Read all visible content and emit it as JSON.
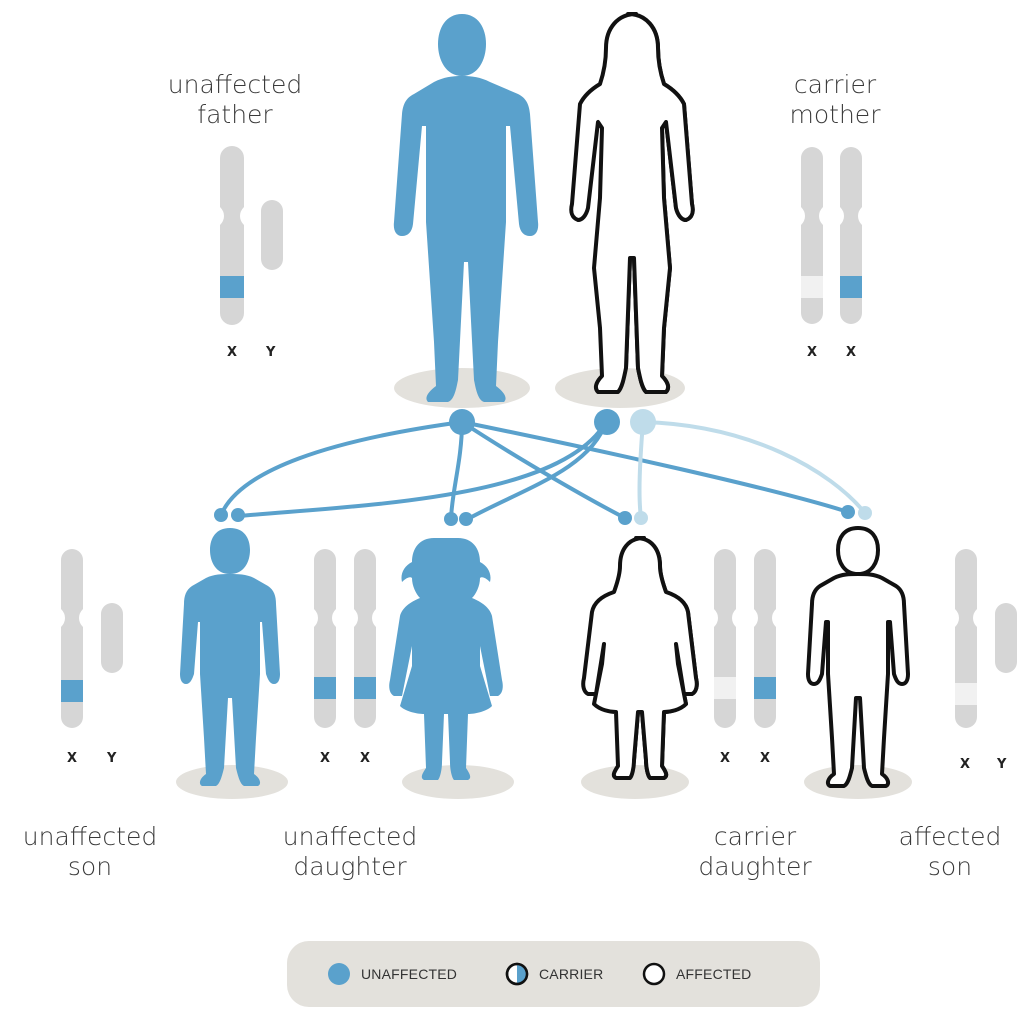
{
  "people": {
    "father": {
      "line1": "unaffected",
      "line2": "father",
      "chrom1": "X",
      "chrom2": "Y"
    },
    "mother": {
      "line1": "carrier",
      "line2": "mother",
      "chrom1": "X",
      "chrom2": "X"
    },
    "son1": {
      "line1": "unaffected",
      "line2": "son",
      "chrom1": "X",
      "chrom2": "Y"
    },
    "daughter1": {
      "line1": "unaffected",
      "line2": "daughter",
      "chrom1": "X",
      "chrom2": "X"
    },
    "daughter2": {
      "line1": "carrier",
      "line2": "daughter",
      "chrom1": "X",
      "chrom2": "X"
    },
    "son2": {
      "line1": "affected",
      "line2": "son",
      "chrom1": "X",
      "chrom2": "Y"
    }
  },
  "legend": {
    "unaffected": "UNAFFECTED",
    "carrier": "CARRIER",
    "affected": "AFFECTED"
  },
  "colors": {
    "blue": "#5aa1cc",
    "light_blue": "#bfdcea",
    "chromosome": "#d6d6d6",
    "pale_band": "#f1f1f1",
    "shadow": "#e3e1dc",
    "outline": "#111111"
  }
}
